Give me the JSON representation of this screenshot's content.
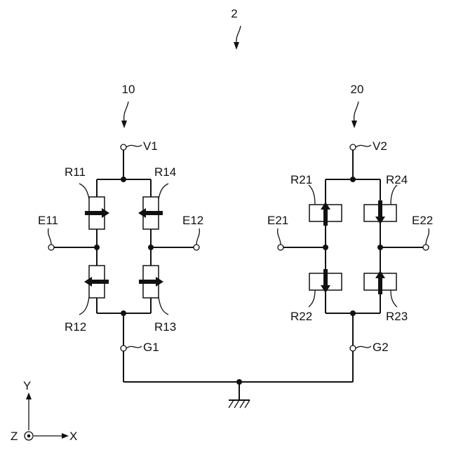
{
  "figure": {
    "ref_main": "2",
    "ref_bridge1": "10",
    "ref_bridge2": "20"
  },
  "bridge1": {
    "supply": "V1",
    "ground": "G1",
    "out_left": "E11",
    "out_right": "E12",
    "r_top_left": "R11",
    "r_bottom_left": "R12",
    "r_bottom_right": "R13",
    "r_top_right": "R14"
  },
  "bridge2": {
    "supply": "V2",
    "ground": "G2",
    "out_left": "E21",
    "out_right": "E22",
    "r_top_left": "R21",
    "r_bottom_left": "R22",
    "r_bottom_right": "R23",
    "r_top_right": "R24"
  },
  "axes": {
    "y": "Y",
    "x": "X",
    "z": "Z"
  },
  "icons": {
    "ground": "ground-symbol-icon",
    "arrows": "magnetization-arrow-icon"
  }
}
